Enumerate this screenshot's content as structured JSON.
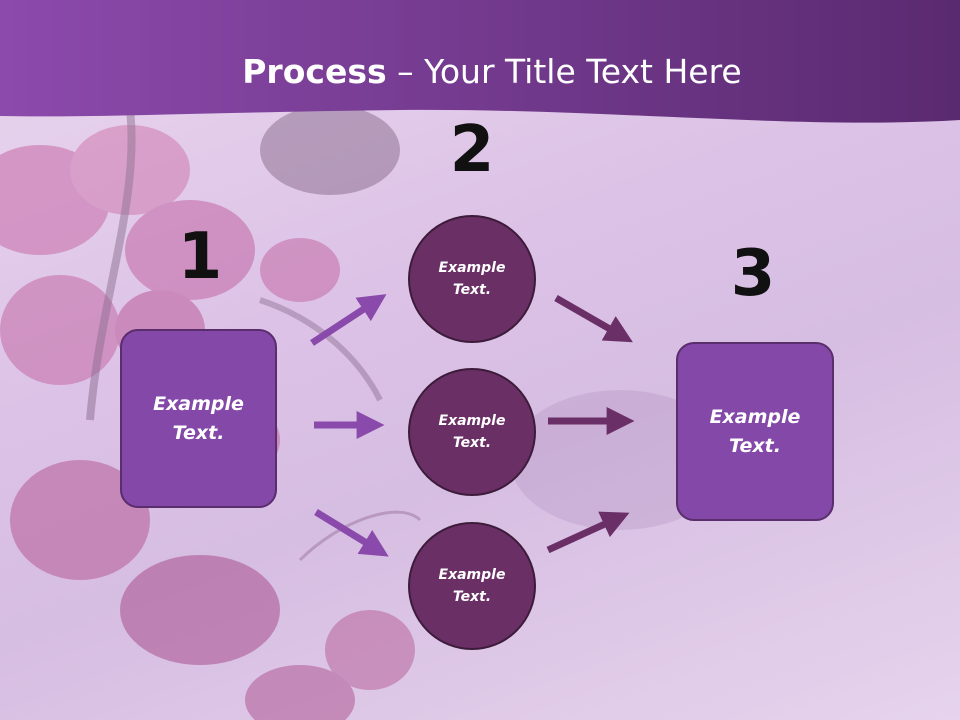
{
  "title": {
    "bold": "Process",
    "rest": " – Your Title Text Here"
  },
  "steps": {
    "n1": "1",
    "n2": "2",
    "n3": "3"
  },
  "nodes": {
    "left": {
      "line1": "Example",
      "line2": "Text."
    },
    "c1": {
      "line1": "Example",
      "line2": "Text."
    },
    "c2": {
      "line1": "Example",
      "line2": "Text."
    },
    "c3": {
      "line1": "Example",
      "line2": "Text."
    },
    "right": {
      "line1": "Example",
      "line2": "Text."
    }
  },
  "colors": {
    "header": "#7a3d96",
    "box": "#8348a8",
    "circle": "#6a2f64",
    "arrow_light": "#8a4aab",
    "arrow_dark": "#6b2f68"
  }
}
